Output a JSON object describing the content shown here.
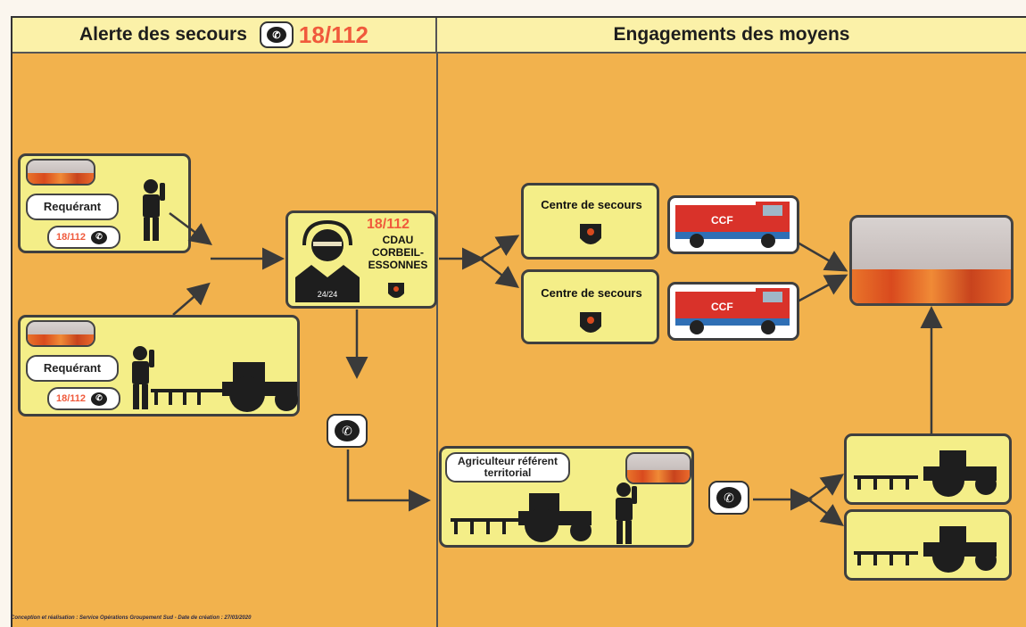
{
  "header": {
    "left_title": "Alerte des secours",
    "left_number": "18/112",
    "right_title": "Engagements des moyens"
  },
  "requerant_1": {
    "label": "Requérant",
    "number": "18/112"
  },
  "requerant_2": {
    "label": "Requérant",
    "number": "18/112"
  },
  "cdau": {
    "number": "18/112",
    "name": "CDAU CORBEIL-ESSONNES",
    "clock": "24/24"
  },
  "centre_1": {
    "label": "Centre de secours",
    "truck_text": "CCF"
  },
  "centre_2": {
    "label": "Centre de secours",
    "truck_text": "CCF"
  },
  "agriculteur": {
    "label": "Agriculteur référent territorial"
  },
  "icons": [
    "phone-icon",
    "operator-headset-icon",
    "firefighter-badge-icon",
    "fire-truck-icon",
    "tractor-icon",
    "farmer-icon",
    "fire-icon"
  ],
  "colors": {
    "background": "#f2b24d",
    "box": "#f4ee88",
    "header": "#fbf1a8",
    "accent": "#f05a3c"
  },
  "footer": "Conception et réalisation : Service Opérations Groupement Sud - Date de création : 27/03/2020"
}
